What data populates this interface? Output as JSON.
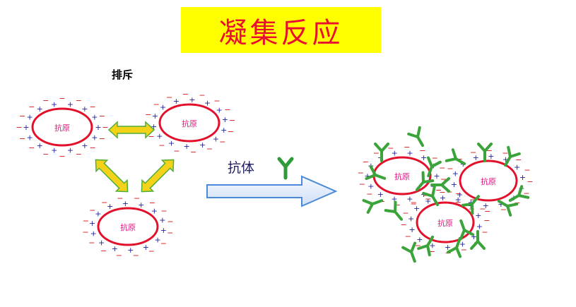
{
  "title": "凝集反应",
  "repulsion_label": "排斥",
  "antibody_label": "抗体",
  "antigen_label": "抗原",
  "charge_plus": "+",
  "charge_minus": "−",
  "colors": {
    "title_bg": "#ffff00",
    "title_text": "#e8102e",
    "cell_outline": "#e3102c",
    "antigen_text": "#e0147e",
    "plus": "#1f1f9e",
    "minus": "#d01a1a",
    "double_arrow_fill": "#f5d21a",
    "double_arrow_stroke": "#4fae3a",
    "big_arrow_stroke": "#4a8ad8",
    "antibody": "#3aa33a"
  }
}
